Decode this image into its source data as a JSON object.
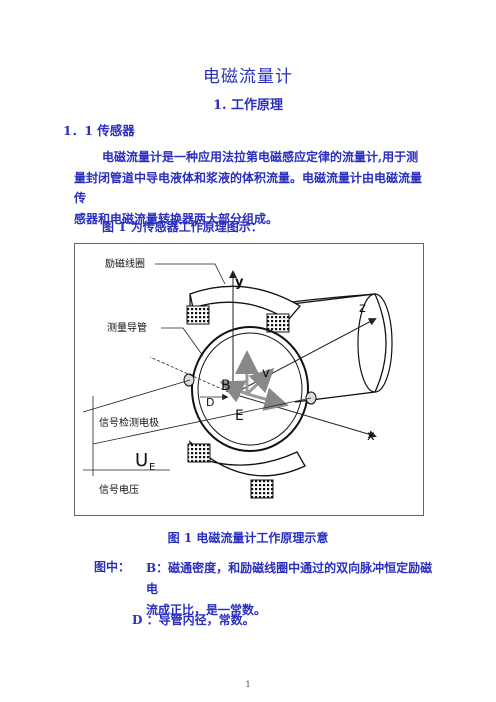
{
  "doc": {
    "title": "电磁流量计",
    "section1": "1. 工作原理",
    "section1_1": "1．1 传感器",
    "para1_line1": "电磁流量计是一种应用法拉第电磁感应定律的流量计,用于测",
    "para1_line2": "量封闭管道中导电液体和浆液的体积流量。电磁流量计由电磁流量传",
    "para1_line3": "感器和电磁流量转换器两大部分组成。",
    "fig_intro": "图 1 为传感器工作原理图示：",
    "caption": "图 1 电磁流量计工作原理示意",
    "def_label": "图中：",
    "def_b_line1": "B：磁通密度，和励磁线圈中通过的双向脉冲恒定励磁电",
    "def_b_line2": "流成正比，是一常数。",
    "def_d": "D ：导管内径，常数。",
    "page_number": "1"
  },
  "figure": {
    "label_coil": "励磁线圈",
    "label_tube": "测量导管",
    "label_electrode": "信号检测电极",
    "label_voltage": "信号电压",
    "axis_y": "y",
    "axis_z": "z",
    "axis_x": "x",
    "sym_B": "B",
    "sym_v": "v",
    "sym_D": "D",
    "sym_E": "E",
    "sym_U": "U",
    "sym_U_sub": "E"
  }
}
